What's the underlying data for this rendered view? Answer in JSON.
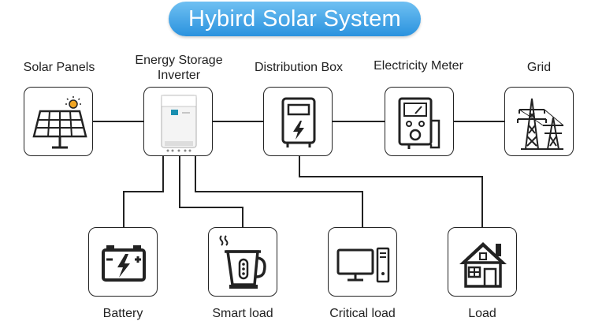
{
  "title": "Hybird Solar System",
  "nodes": {
    "solar_panels": "Solar Panels",
    "inverter_line1": "Energy Storage",
    "inverter_line2": "Inverter",
    "distribution_box": "Distribution Box",
    "electricity_meter": "Electricity Meter",
    "grid": "Grid",
    "battery": "Battery",
    "smart_load": "Smart load",
    "critical_load": "Critical load",
    "load": "Load"
  },
  "colors": {
    "title_top": "#6fc0f2",
    "title_bottom": "#2a92de",
    "line": "#222222",
    "inverter_screen": "#1a8fb0"
  }
}
